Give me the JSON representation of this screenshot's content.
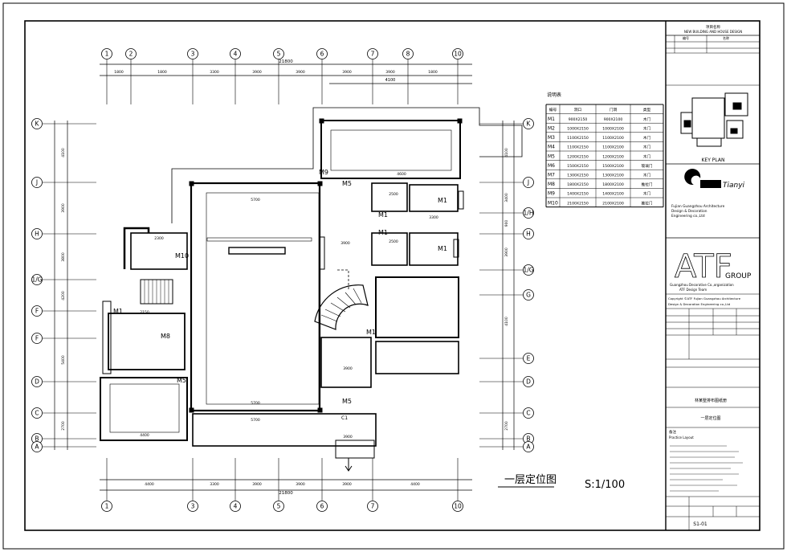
{
  "plan": {
    "title": "一层定位图",
    "scale": "S:1/100",
    "overall_dim_top": "21800",
    "overall_dim_bottom": "21800",
    "right_total_dim": "4100"
  },
  "column_axes": [
    "1",
    "2",
    "3",
    "4",
    "5",
    "6",
    "7",
    "8",
    "10"
  ],
  "bottom_axes": [
    "1",
    "3",
    "4",
    "5",
    "6",
    "7",
    "10"
  ],
  "row_axes_left": [
    "K",
    "J",
    "H",
    "1/G",
    "F",
    "F",
    "D",
    "C",
    "B",
    "A"
  ],
  "row_axes_right": [
    "K",
    "J",
    "1/H",
    "H",
    "1/G",
    "G",
    "E",
    "D",
    "C",
    "B",
    "A"
  ],
  "top_dims": [
    "1800",
    "1800",
    "3300",
    "3900",
    "3900",
    "3900",
    "3900",
    "1800"
  ],
  "bottom_dims": [
    "4400",
    "3300",
    "3900",
    "3900",
    "3900",
    "4400"
  ],
  "left_dims": [
    "4100",
    "3900",
    "3800",
    "4200",
    "5400",
    "2700"
  ],
  "right_dims": [
    "4100",
    "3400",
    "900",
    "3900",
    "4100",
    "2700"
  ],
  "room_labels": {
    "m9": "M9",
    "m5a": "M5",
    "m5b": "M5",
    "m5c": "M5",
    "m1a": "M1",
    "m1b": "M1",
    "m1c": "M1",
    "m1d": "M1",
    "m1e": "M1",
    "m1f": "M1",
    "m10": "M10",
    "m8": "M8",
    "c1": "C1"
  },
  "door_schedule": {
    "title": "说明表",
    "headers": [
      "编号",
      "洞口",
      "门洞",
      "类型"
    ],
    "rows": [
      [
        "M1",
        "900X2150",
        "900X2100",
        "木门"
      ],
      [
        "M2",
        "1000X2150",
        "1000X2100",
        "木门"
      ],
      [
        "M3",
        "1100X2150",
        "1100X2100",
        "木门"
      ],
      [
        "M4",
        "1100X2150",
        "1100X2100",
        "木门"
      ],
      [
        "M5",
        "1200X2150",
        "1200X2100",
        "木门"
      ],
      [
        "M6",
        "1500X2150",
        "1500X2100",
        "玻璃门"
      ],
      [
        "M7",
        "1300X2150",
        "1300X2100",
        "木门"
      ],
      [
        "M8",
        "1800X2150",
        "1800X2100",
        "推拉门"
      ],
      [
        "M9",
        "1400X2150",
        "1400X2100",
        "木门"
      ],
      [
        "M10",
        "2100X2150",
        "2100X2100",
        "推拉门"
      ]
    ]
  },
  "title_block": {
    "project_header": "项目名称",
    "project_sub": "NEW BUILDING AND HOUSE DESIGN",
    "col1": "编号",
    "col2": "名称",
    "key_plan_label": "KEY PLAN",
    "company_brand": "Tianyi",
    "company_line1": "Fujian Guangzhou Architecture",
    "company_line2": "Design & Decoration",
    "company_line3": "Engineering co.,Ltd",
    "group_name": "GROUP",
    "group_line1": "Guangzhou Decorative Co.,organization",
    "group_line2": "ATF Design Team",
    "copyright": "Copyright ©ATF Fujian Guangzhou Architecture",
    "copyright2": "Design & Decoration Engineering co.,Ltd",
    "project_name": "林某墅排布图纸册",
    "drawing_name": "一层定位图",
    "notes_label": "备注",
    "notes_sub": "Practice Layout",
    "sheet_no": "S1-01"
  },
  "colors": {
    "line": "#000000",
    "paper": "#ffffff",
    "hatch": "#000000"
  }
}
